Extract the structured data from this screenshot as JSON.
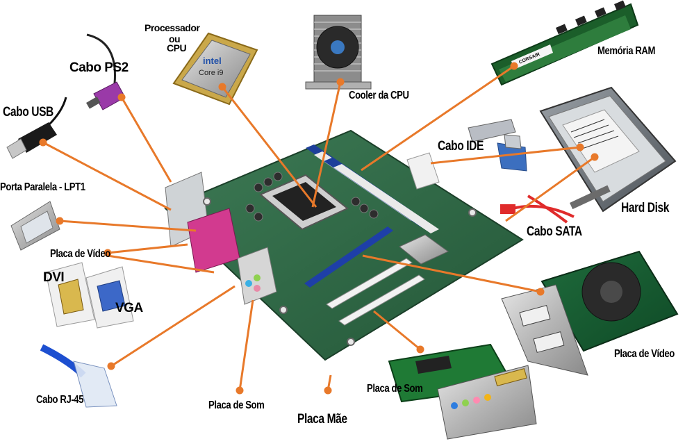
{
  "labels": {
    "processador": "Processador",
    "ou": "ou",
    "cpu": "CPU",
    "cabo_ps2": "Cabo PS2",
    "cabo_usb": "Cabo USB",
    "porta_paralela": "Porta Paralela - LPT1",
    "placa_video_left": "Placa de Vídeo",
    "dvi": "DVI",
    "vga": "VGA",
    "cabo_rj45": "Cabo RJ-45",
    "placa_som_center": "Placa de Som",
    "placa_mae": "Placa Mãe",
    "placa_som_right": "Placa de Som",
    "placa_video_right": "Placa de Vídeo",
    "cabo_sata": "Cabo SATA",
    "hard_disk": "Hard Disk",
    "cabo_ide": "Cabo IDE",
    "memoria_ram": "Memória RAM",
    "cooler_cpu": "Cooler da CPU"
  },
  "component_text": {
    "cpu_brand": "intel",
    "cpu_model": "Core i9",
    "ram_brand": "CORSAIR"
  },
  "colors": {
    "board_green": "#2f6b47",
    "arrow_orange": "#e8792a",
    "ram_slot_blue": "#1d3f9a",
    "pcie_blue": "#1e3fa8"
  }
}
